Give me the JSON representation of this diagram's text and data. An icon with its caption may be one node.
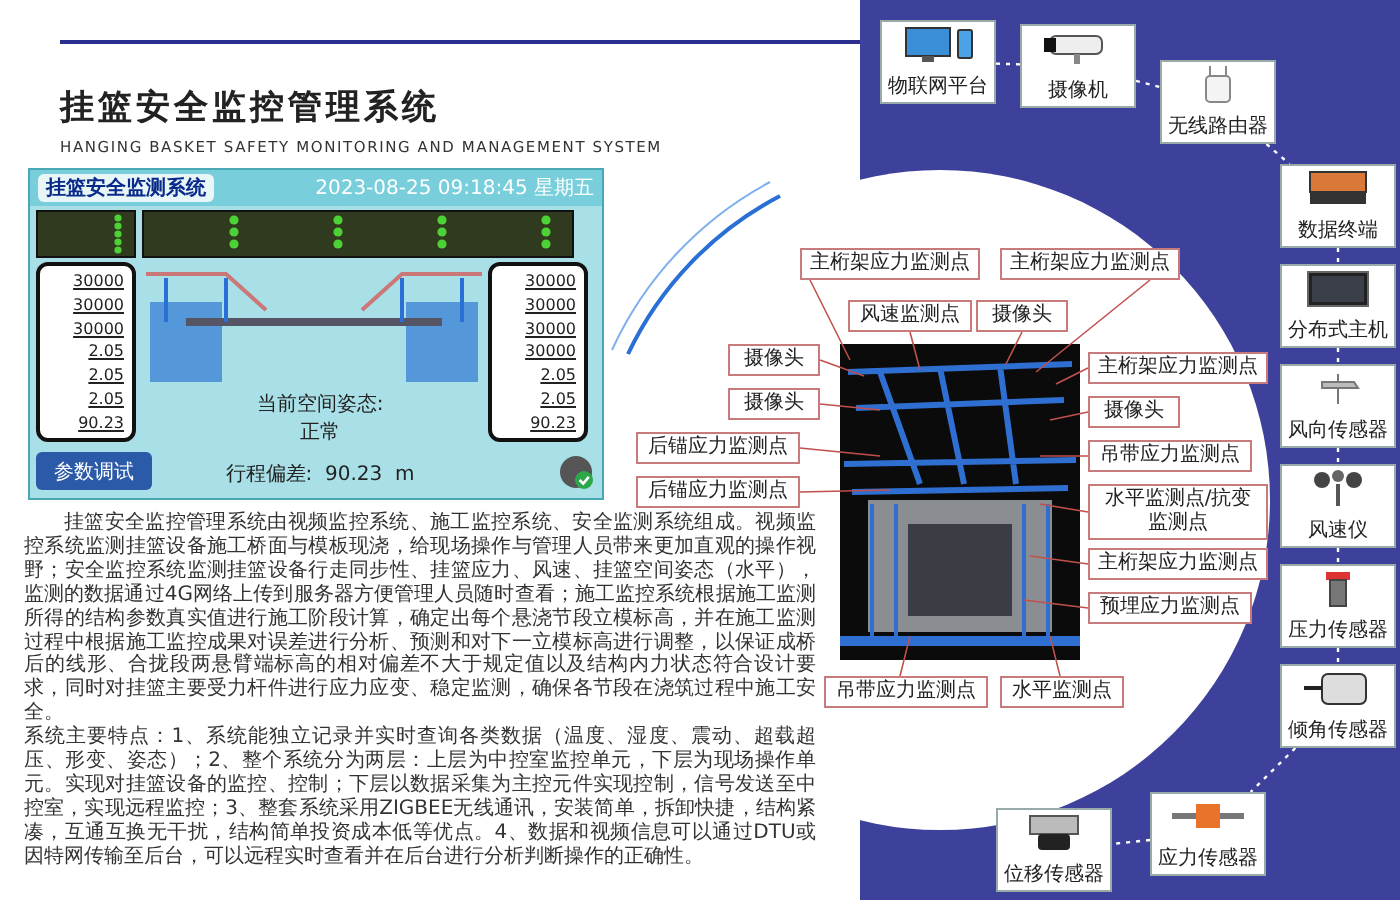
{
  "diagram": {
    "nodes": [
      {
        "text": [
          "摄像头"
        ]
      },
      {
        "text": [
          "主桁架应力监测点"
        ]
      },
      {
        "text": [
          "风速监测点"
        ]
      },
      {
        "text": [
          "主桁架应力监测点"
        ]
      },
      {
        "text": [
          "主桁架应力监测点"
        ]
      },
      {
        "text": [
          "摄像头"
        ]
      },
      {
        "text": [
          "摄像头"
        ]
      },
      {
        "text": [
          "摄像头"
        ]
      },
      {
        "text": [
          "吊带应力监测点"
        ]
      },
      {
        "text": [
          "后锚应力监测点"
        ]
      },
      {
        "text": [
          "水平监测点/抗变监测点"
        ]
      },
      {
        "text": [
          "后锚应力监测点"
        ]
      },
      {
        "text": [
          "主桁架应力监测点"
        ]
      },
      {
        "text": [
          "吊带应力监测点"
        ]
      },
      {
        "text": [
          "预埋应力监测点"
        ]
      },
      {
        "text": [
          "水平监测点"
        ]
      },
      {
        "text": [
          "物联网平台"
        ]
      },
      {
        "text": [
          "摄像机"
        ]
      },
      {
        "text": [
          "无线路由器"
        ]
      },
      {
        "text": [
          "数据终端"
        ]
      },
      {
        "text": [
          "分布式主机"
        ]
      },
      {
        "text": [
          "风向传感器"
        ]
      },
      {
        "text": [
          "风速仪"
        ]
      },
      {
        "text": [
          "压力传感器"
        ]
      },
      {
        "text": [
          "倾角传感器"
        ]
      },
      {
        "text": [
          "应力传感器"
        ]
      },
      {
        "text": [
          "位移传感器"
        ]
      }
    ],
    "edges": [
      {
        "from": 0,
        "to": null,
        "arrow": "none"
      },
      {
        "from": 1,
        "to": null,
        "arrow": "none"
      },
      {
        "from": 2,
        "to": null,
        "arrow": "none"
      },
      {
        "from": 3,
        "to": null,
        "arrow": "none"
      },
      {
        "from": 4,
        "to": null,
        "arrow": "none"
      },
      {
        "from": 5,
        "to": null,
        "arrow": "none"
      },
      {
        "from": 6,
        "to": null,
        "arrow": "none"
      },
      {
        "from": 7,
        "to": null,
        "arrow": "none"
      },
      {
        "from": 8,
        "to": null,
        "arrow": "none"
      },
      {
        "from": 9,
        "to": null,
        "arrow": "none"
      },
      {
        "from": 10,
        "to": null,
        "arrow": "none"
      },
      {
        "from": 11,
        "to": null,
        "arrow": "none"
      },
      {
        "from": 12,
        "to": null,
        "arrow": "none"
      },
      {
        "from": 13,
        "to": null,
        "arrow": "none"
      },
      {
        "from": 14,
        "to": null,
        "arrow": "none"
      },
      {
        "from": 15,
        "to": null,
        "arrow": "none"
      },
      {
        "from": 16,
        "to": 17,
        "arrow": "none",
        "style": "dashed",
        "color": "#ffffff"
      },
      {
        "from": 17,
        "to": 18,
        "arrow": "none",
        "style": "dashed",
        "color": "#ffffff"
      },
      {
        "from": 18,
        "to": 19,
        "arrow": "none",
        "style": "dashed",
        "color": "#ffffff"
      },
      {
        "from": 19,
        "to": 20,
        "arrow": "none",
        "style": "dashed",
        "color": "#ffffff"
      },
      {
        "from": 20,
        "to": 21,
        "arrow": "none",
        "style": "dashed",
        "color": "#ffffff"
      },
      {
        "from": 21,
        "to": 22,
        "arrow": "none",
        "style": "dashed",
        "color": "#ffffff"
      },
      {
        "from": 22,
        "to": 23,
        "arrow": "none",
        "style": "dashed",
        "color": "#ffffff"
      },
      {
        "from": 23,
        "to": 24,
        "arrow": "none",
        "style": "dashed",
        "color": "#ffffff"
      },
      {
        "from": 24,
        "to": 25,
        "arrow": "none",
        "style": "dashed",
        "color": "#ffffff"
      },
      {
        "from": 25,
        "to": 26,
        "arrow": "none",
        "style": "dashed",
        "color": "#ffffff"
      }
    ],
    "labels": [
      "挂篮安全监控管理系统",
      "HANGING BASKET SAFETY MONITORING AND MANAGEMENT SYSTEM",
      "挂篮安全监测系统",
      "2023-08-25 09:18:45 星期五",
      "30000",
      "30000",
      "30000",
      "2.05",
      "2.05",
      "2.05",
      "90.23",
      "30000",
      "30000",
      "30000",
      "30000",
      "2.05",
      "2.05",
      "90.23",
      "当前空间姿态:",
      "正常",
      "行程偏差:  90.23  m",
      "参数调试",
      "挂篮安全监控管理系统由视频监控系统、施工监控系统、安全监测系统组成。视频监控系统监测挂篮设备施工桥面与模板现浇，给现场操作与管理人员带来更加直观的操作视野；安全监控系统监测挂篮设备行走同步性、挂篮应力、风速、挂篮空间姿态（水平），监测的数据通过4G网络上传到服务器方便管理人员随时查看；施工监控系统根据施工监测所得的结构参数真实值进行施工阶段计算，确定出每个悬浇节段立模标高，并在施工监测过程中根据施工监控成果对误差进行分析、预测和对下一立模标高进行调整，以保证成桥后的线形、合拢段两悬臂端标高的相对偏差不大于规定值以及结构内力状态符合设计要求，同时对挂篮主要受力杆件进行应力应变、稳定监测，确保各节段在浇筑过程中施工安全。",
      "系统主要特点：1、系统能独立记录并实时查询各类数据（温度、湿度、震动、超载超压、形变、姿态）；2、整个系统分为两层：上层为中控室监控单元，下层为现场操作单元。实现对挂篮设备的监控、控制；下层以数据采集为主控元件实现控制，信号发送至中控室，实现远程监控；3、整套系统采用ZIGBEE无线通讯，安装简单，拆卸快捷，结构紧凑，互通互换无干扰，结构简单投资成本低等优点。4、数据和视频信息可以通过DTU或因特网传输至后台，可以远程实时查看并在后台进行分析判断操作的正确性。"
    ]
  }
}
